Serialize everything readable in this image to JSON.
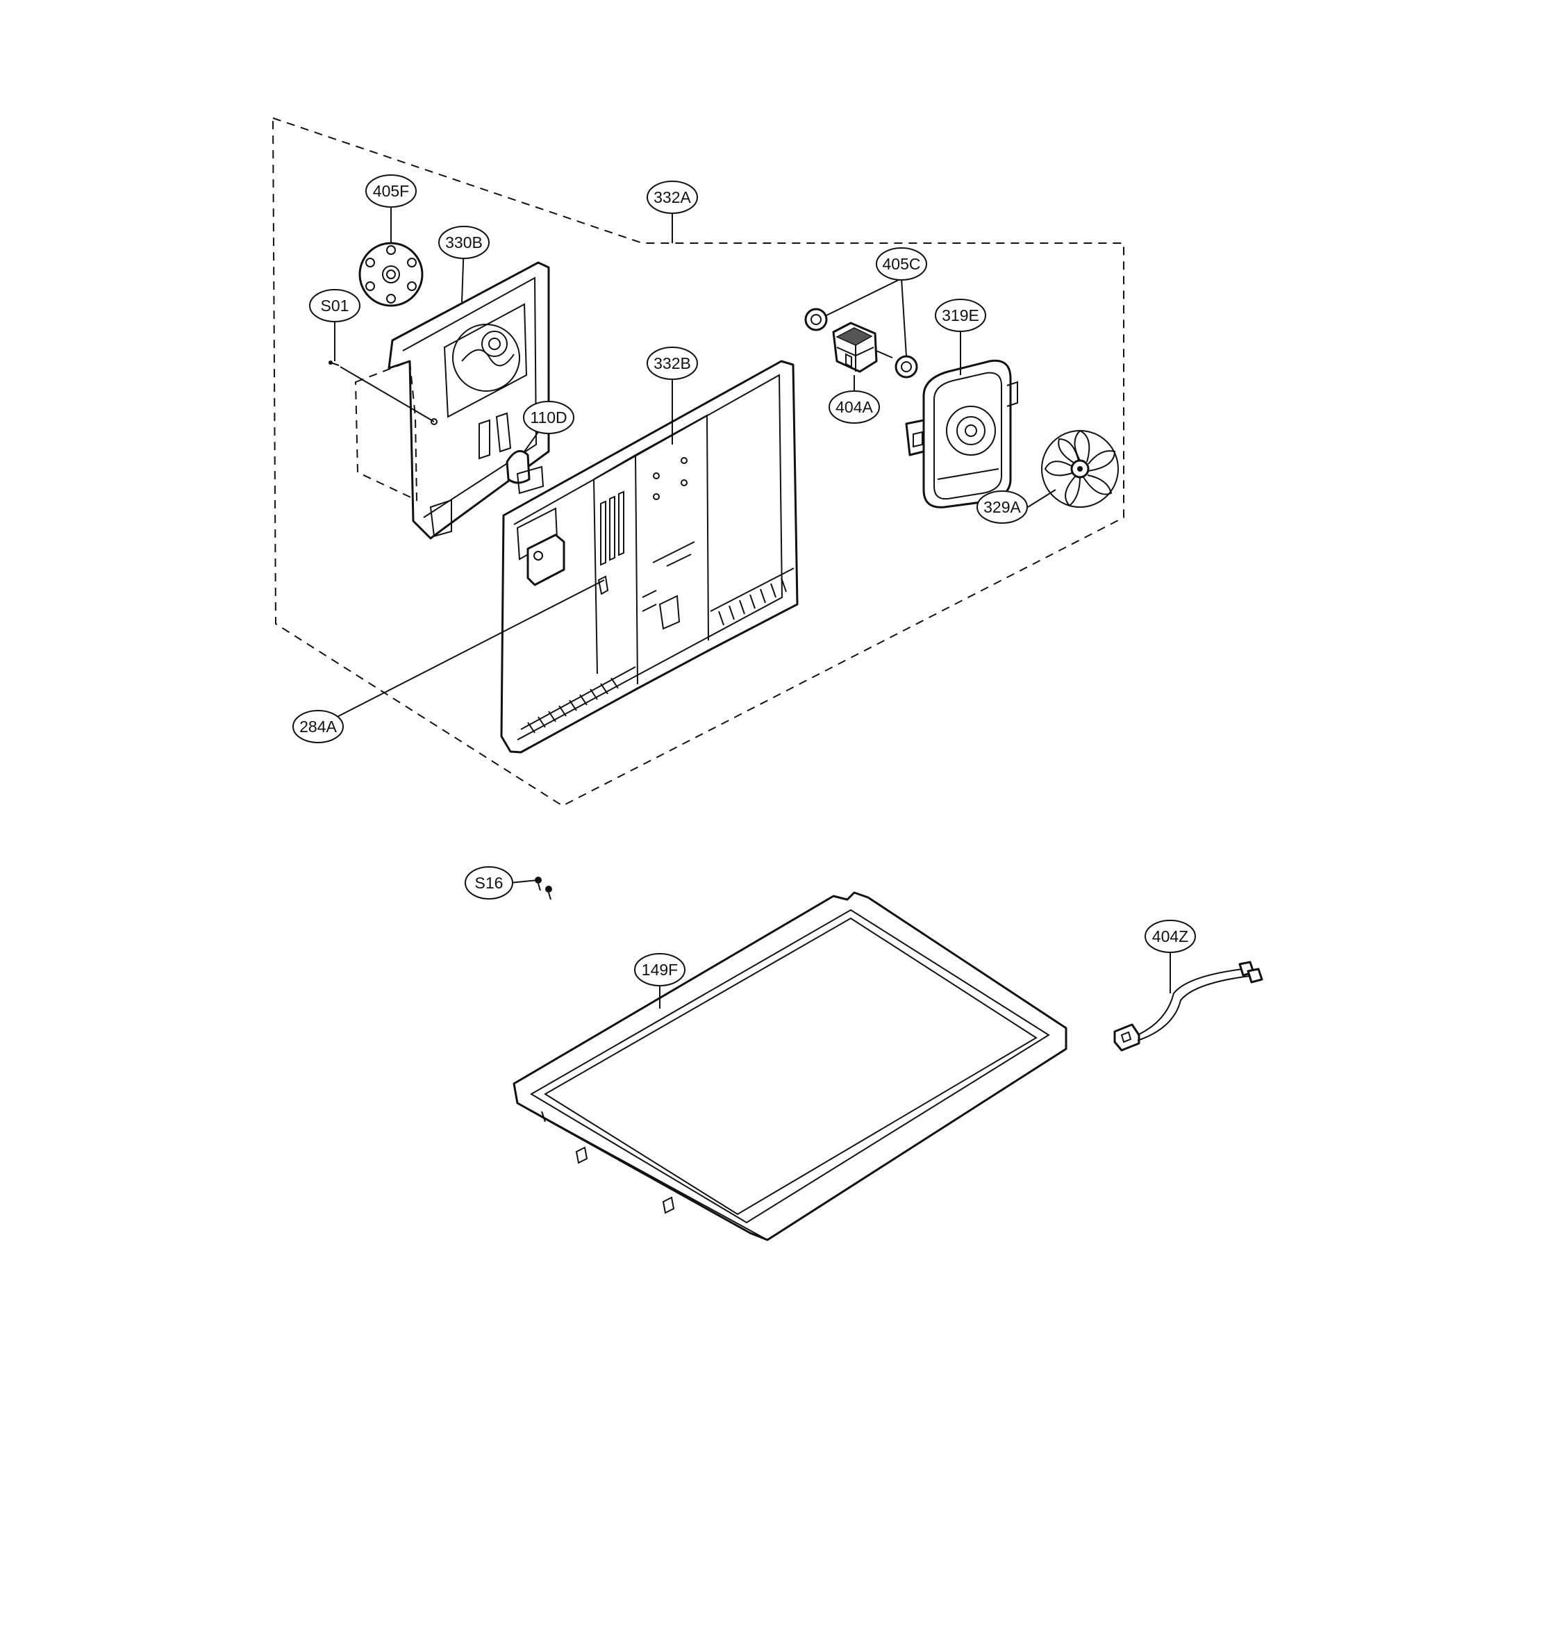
{
  "callouts": [
    {
      "id": "405F",
      "label": "405F"
    },
    {
      "id": "330B",
      "label": "330B"
    },
    {
      "id": "S01",
      "label": "S01"
    },
    {
      "id": "332A",
      "label": "332A"
    },
    {
      "id": "405C",
      "label": "405C"
    },
    {
      "id": "319E",
      "label": "319E"
    },
    {
      "id": "332B",
      "label": "332B"
    },
    {
      "id": "404A",
      "label": "404A"
    },
    {
      "id": "110D",
      "label": "110D"
    },
    {
      "id": "329A",
      "label": "329A"
    },
    {
      "id": "284A",
      "label": "284A"
    },
    {
      "id": "S16",
      "label": "S16"
    },
    {
      "id": "404Z",
      "label": "404Z"
    },
    {
      "id": "149F",
      "label": "149F"
    }
  ]
}
